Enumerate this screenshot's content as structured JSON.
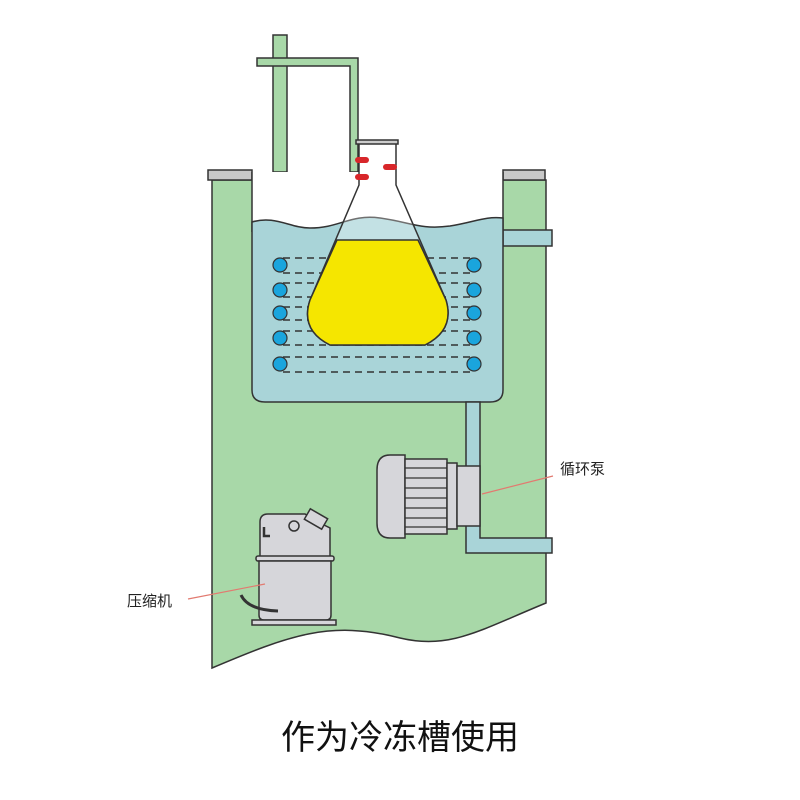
{
  "labels": {
    "pump": "循环泵",
    "compressor": "压缩机"
  },
  "title": "作为冷冻槽使用",
  "colors": {
    "cabinet": "#a8d8a8",
    "water": "#a9d4d8",
    "liquid": "#f5e600",
    "coil": "#1aa5dd",
    "stopper": "#d8262a",
    "metal": "#d6d6da",
    "leader": "#e27a70"
  }
}
